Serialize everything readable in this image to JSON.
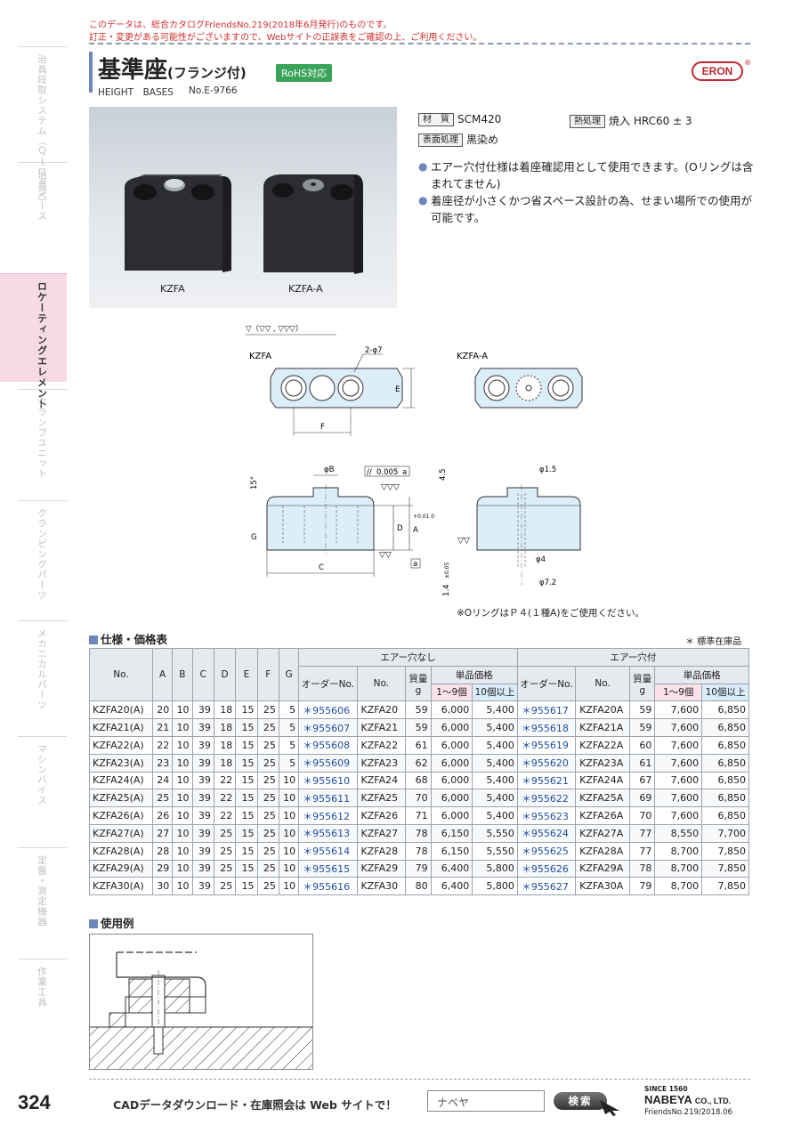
{
  "notice": {
    "line1": "このデータは、総合カタログFriendsNo.219(2018年6月発行)のものです。",
    "line2": "訂正・変更がある可能性がございますので、Webサイトの正誤表をご確認の上、ご利用ください。"
  },
  "sidebar": {
    "tabs": [
      {
        "label": "治具段取システム（Ｑｌロック）",
        "active": false
      },
      {
        "label": "治具ベース",
        "active": false
      },
      {
        "label": "ロケーティングエレメント",
        "active": true
      },
      {
        "label": "クランプユニット",
        "active": false
      },
      {
        "label": "クランピングパーツ",
        "active": false
      },
      {
        "label": "メカニカルパーツ",
        "active": false
      },
      {
        "label": "マシンバイス",
        "active": false
      },
      {
        "label": "定盤・測定機器",
        "active": false
      },
      {
        "label": "作業工具",
        "active": false
      }
    ]
  },
  "header": {
    "title": "基準座",
    "title_sub": "(フランジ付)",
    "rohs": "RoHS対応",
    "title_en": "HEIGHT　BASES",
    "code": "No.E-9766",
    "brand": "ERON",
    "brand_reg": "®"
  },
  "photo": {
    "label_left": "KZFA",
    "label_right": "KZFA-A"
  },
  "spec": {
    "material_key": "材　質",
    "material_val": "SCM420",
    "heat_key": "熱処理",
    "heat_val": "焼入 HRC60 ± 3",
    "surface_key": "表面処理",
    "surface_val": "黒染め"
  },
  "features": [
    "エアー穴付仕様は着座確認用として使用できます。(Oリングは含まれてません)",
    "着座径が小さくかつ省スペース設計の為、せまい場所での使用が可能です。"
  ],
  "drawing": {
    "finish_symbol": "▽（▽▽ , ▽▽▽）",
    "label_kzfa": "KZFA",
    "label_kzfa_a": "KZFA-A",
    "hole": "2-φ7",
    "dim_e": "E",
    "dim_f": "F",
    "dim_b": "φB",
    "dim_c": "C",
    "dim_d": "D",
    "dim_g": "G",
    "dim_a": "A",
    "tol_a": "+0.01 0",
    "angle": "15°",
    "flatness": "0.005",
    "datum": "a",
    "dim_45": "4.5",
    "dim_15": "φ1.5",
    "dim_4": "φ4",
    "dim_72": "φ7.2",
    "dim_14": "1.4",
    "tol_14": "±0.05",
    "par_symbol": "//"
  },
  "note": "※OリングはＰ４(１種A)をご使用ください。",
  "table_section": {
    "title": "仕様・価格表",
    "stock_note": "＊ 標準在庫品",
    "headers": {
      "no": "No.",
      "a": "A",
      "b": "B",
      "c": "C",
      "d": "D",
      "e": "E",
      "f": "F",
      "g": "G",
      "group_noair": "エアー穴なし",
      "group_air": "エアー穴付",
      "order_no": "オーダーNo.",
      "model_no": "No.",
      "mass": "質量",
      "mass_unit": "g",
      "unit_price": "単品価格",
      "q1": "1〜9個",
      "q2": "10個以上"
    },
    "rows": [
      {
        "no": "KZFA20(A)",
        "a": "20",
        "b": "10",
        "c": "39",
        "d": "18",
        "e": "15",
        "f": "25",
        "g": "5",
        "ord1": "＊955606",
        "mod1": "KZFA20",
        "m1": "59",
        "p11": "6,000",
        "p12": "5,400",
        "ord2": "＊955617",
        "mod2": "KZFA20A",
        "m2": "59",
        "p21": "7,600",
        "p22": "6,850"
      },
      {
        "no": "KZFA21(A)",
        "a": "21",
        "b": "10",
        "c": "39",
        "d": "18",
        "e": "15",
        "f": "25",
        "g": "5",
        "ord1": "＊955607",
        "mod1": "KZFA21",
        "m1": "59",
        "p11": "6,000",
        "p12": "5,400",
        "ord2": "＊955618",
        "mod2": "KZFA21A",
        "m2": "59",
        "p21": "7,600",
        "p22": "6,850"
      },
      {
        "no": "KZFA22(A)",
        "a": "22",
        "b": "10",
        "c": "39",
        "d": "18",
        "e": "15",
        "f": "25",
        "g": "5",
        "ord1": "＊955608",
        "mod1": "KZFA22",
        "m1": "61",
        "p11": "6,000",
        "p12": "5,400",
        "ord2": "＊955619",
        "mod2": "KZFA22A",
        "m2": "60",
        "p21": "7,600",
        "p22": "6,850"
      },
      {
        "no": "KZFA23(A)",
        "a": "23",
        "b": "10",
        "c": "39",
        "d": "18",
        "e": "15",
        "f": "25",
        "g": "5",
        "ord1": "＊955609",
        "mod1": "KZFA23",
        "m1": "62",
        "p11": "6,000",
        "p12": "5,400",
        "ord2": "＊955620",
        "mod2": "KZFA23A",
        "m2": "61",
        "p21": "7,600",
        "p22": "6,850"
      },
      {
        "no": "KZFA24(A)",
        "a": "24",
        "b": "10",
        "c": "39",
        "d": "22",
        "e": "15",
        "f": "25",
        "g": "10",
        "ord1": "＊955610",
        "mod1": "KZFA24",
        "m1": "68",
        "p11": "6,000",
        "p12": "5,400",
        "ord2": "＊955621",
        "mod2": "KZFA24A",
        "m2": "67",
        "p21": "7,600",
        "p22": "6,850"
      },
      {
        "no": "KZFA25(A)",
        "a": "25",
        "b": "10",
        "c": "39",
        "d": "22",
        "e": "15",
        "f": "25",
        "g": "10",
        "ord1": "＊955611",
        "mod1": "KZFA25",
        "m1": "70",
        "p11": "6,000",
        "p12": "5,400",
        "ord2": "＊955622",
        "mod2": "KZFA25A",
        "m2": "69",
        "p21": "7,600",
        "p22": "6,850"
      },
      {
        "no": "KZFA26(A)",
        "a": "26",
        "b": "10",
        "c": "39",
        "d": "22",
        "e": "15",
        "f": "25",
        "g": "10",
        "ord1": "＊955612",
        "mod1": "KZFA26",
        "m1": "71",
        "p11": "6,000",
        "p12": "5,400",
        "ord2": "＊955623",
        "mod2": "KZFA26A",
        "m2": "70",
        "p21": "7,600",
        "p22": "6,850"
      },
      {
        "no": "KZFA27(A)",
        "a": "27",
        "b": "10",
        "c": "39",
        "d": "25",
        "e": "15",
        "f": "25",
        "g": "10",
        "ord1": "＊955613",
        "mod1": "KZFA27",
        "m1": "78",
        "p11": "6,150",
        "p12": "5,550",
        "ord2": "＊955624",
        "mod2": "KZFA27A",
        "m2": "77",
        "p21": "8,550",
        "p22": "7,700"
      },
      {
        "no": "KZFA28(A)",
        "a": "28",
        "b": "10",
        "c": "39",
        "d": "25",
        "e": "15",
        "f": "25",
        "g": "10",
        "ord1": "＊955614",
        "mod1": "KZFA28",
        "m1": "78",
        "p11": "6,150",
        "p12": "5,550",
        "ord2": "＊955625",
        "mod2": "KZFA28A",
        "m2": "77",
        "p21": "8,700",
        "p22": "7,850"
      },
      {
        "no": "KZFA29(A)",
        "a": "29",
        "b": "10",
        "c": "39",
        "d": "25",
        "e": "15",
        "f": "25",
        "g": "10",
        "ord1": "＊955615",
        "mod1": "KZFA29",
        "m1": "79",
        "p11": "6,400",
        "p12": "5,800",
        "ord2": "＊955626",
        "mod2": "KZFA29A",
        "m2": "78",
        "p21": "8,700",
        "p22": "7,850"
      },
      {
        "no": "KZFA30(A)",
        "a": "30",
        "b": "10",
        "c": "39",
        "d": "25",
        "e": "15",
        "f": "25",
        "g": "10",
        "ord1": "＊955616",
        "mod1": "KZFA30",
        "m1": "80",
        "p11": "6,400",
        "p12": "5,800",
        "ord2": "＊955627",
        "mod2": "KZFA30A",
        "m2": "79",
        "p21": "8,700",
        "p22": "7,850"
      }
    ]
  },
  "usage": {
    "title": "使用例"
  },
  "footer": {
    "page": "324",
    "cad_text": "CADデータダウンロード・在庫照会は Web サイトで！",
    "search_value": "ナベヤ",
    "search_button": "検索",
    "since": "SINCE 1560",
    "company": "NABEYA",
    "company_suffix": "CO., LTD.",
    "catalog": "FriendsNo.219/2018.06"
  },
  "colors": {
    "notice": "#d0302f",
    "accent": "#6d87b8",
    "rohs": "#3aa35a",
    "brand": "#c0282e",
    "order_no": "#1d4ea0"
  }
}
